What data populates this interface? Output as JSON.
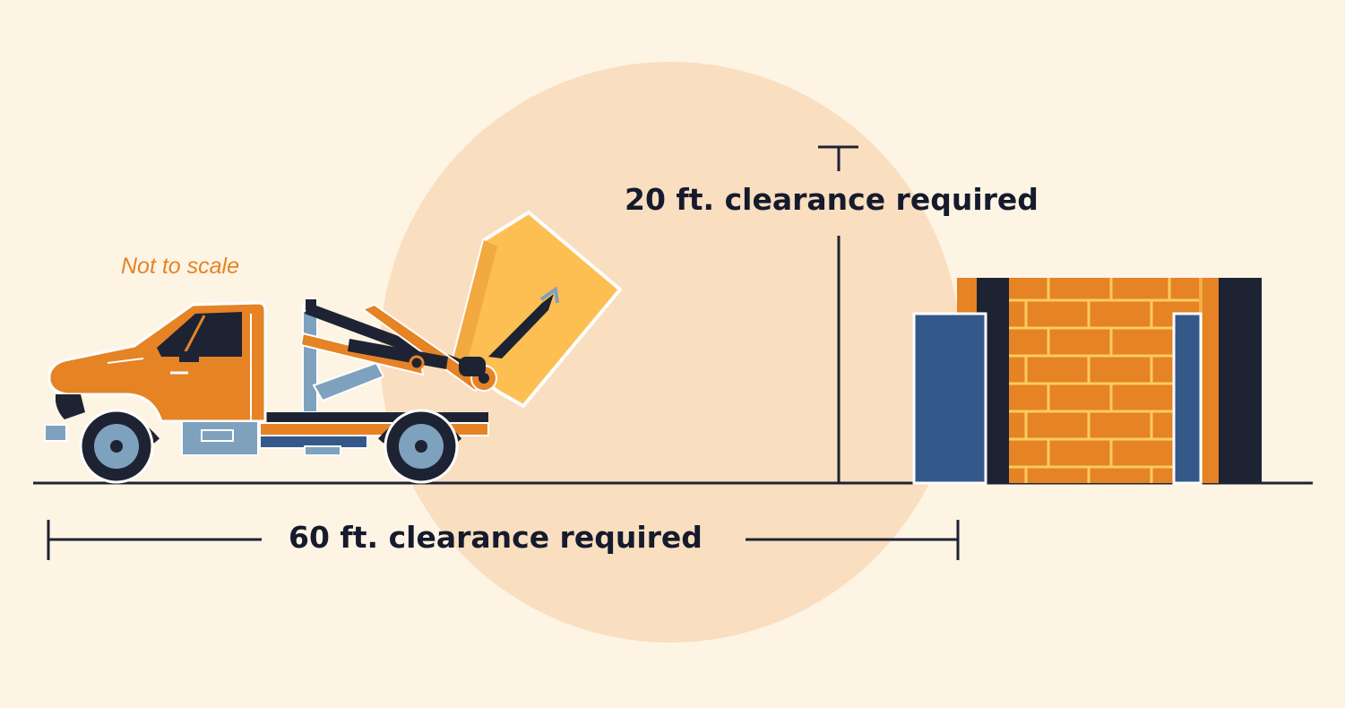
{
  "note": "Not to scale",
  "vertical_clearance": "20 ft. clearance required",
  "horizontal_clearance": "60 ft. clearance required",
  "colors": {
    "background": "#FEF4E4",
    "circle": "#F9DEC0",
    "navy": "#1E2333",
    "orange": "#E58325",
    "yellow": "#FDBE52",
    "blue": "#35588A",
    "light_blue": "#7EA2BE",
    "brick_mortar": "#FCCB5E"
  },
  "icons": [
    "dump-truck-icon",
    "dumpster-container-icon",
    "brick-wall-icon",
    "garage-door-icon"
  ]
}
